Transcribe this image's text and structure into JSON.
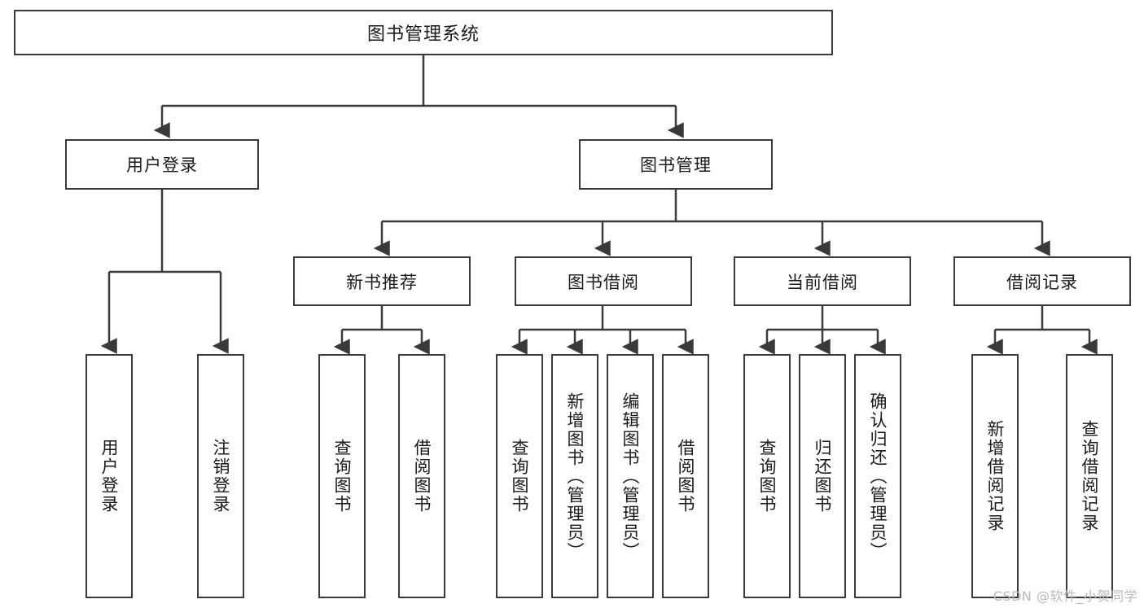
{
  "diagram": {
    "title": "图书管理系统",
    "type": "tree-hierarchy-chart",
    "line_color": "#3a3a3a",
    "box_fill": "#ffffff",
    "text_color": "#1a1a1a"
  },
  "nodes": {
    "root": {
      "label": "图书管理系统"
    },
    "level2": [
      {
        "label": "用户登录"
      },
      {
        "label": "图书管理"
      }
    ],
    "level3": [
      {
        "label": "新书推荐"
      },
      {
        "label": "图书借阅"
      },
      {
        "label": "当前借阅"
      },
      {
        "label": "借阅记录"
      }
    ],
    "leaves": {
      "user_login": [
        {
          "label": "用户登录"
        },
        {
          "label": "注销登录"
        }
      ],
      "new_book_recommend": [
        {
          "label": "查询图书"
        },
        {
          "label": "借阅图书"
        }
      ],
      "book_borrow": [
        {
          "label": "查询图书"
        },
        {
          "label": "新增图书（管理员）"
        },
        {
          "label": "编辑图书（管理员）"
        },
        {
          "label": "借阅图书"
        }
      ],
      "current_borrow": [
        {
          "label": "查询图书"
        },
        {
          "label": "归还图书"
        },
        {
          "label": "确认归还（管理员）"
        }
      ],
      "borrow_record": [
        {
          "label": "新增借阅记录"
        },
        {
          "label": "查询借阅记录"
        }
      ]
    }
  },
  "watermark": {
    "text": "CSDN @软件_小贺同学"
  }
}
